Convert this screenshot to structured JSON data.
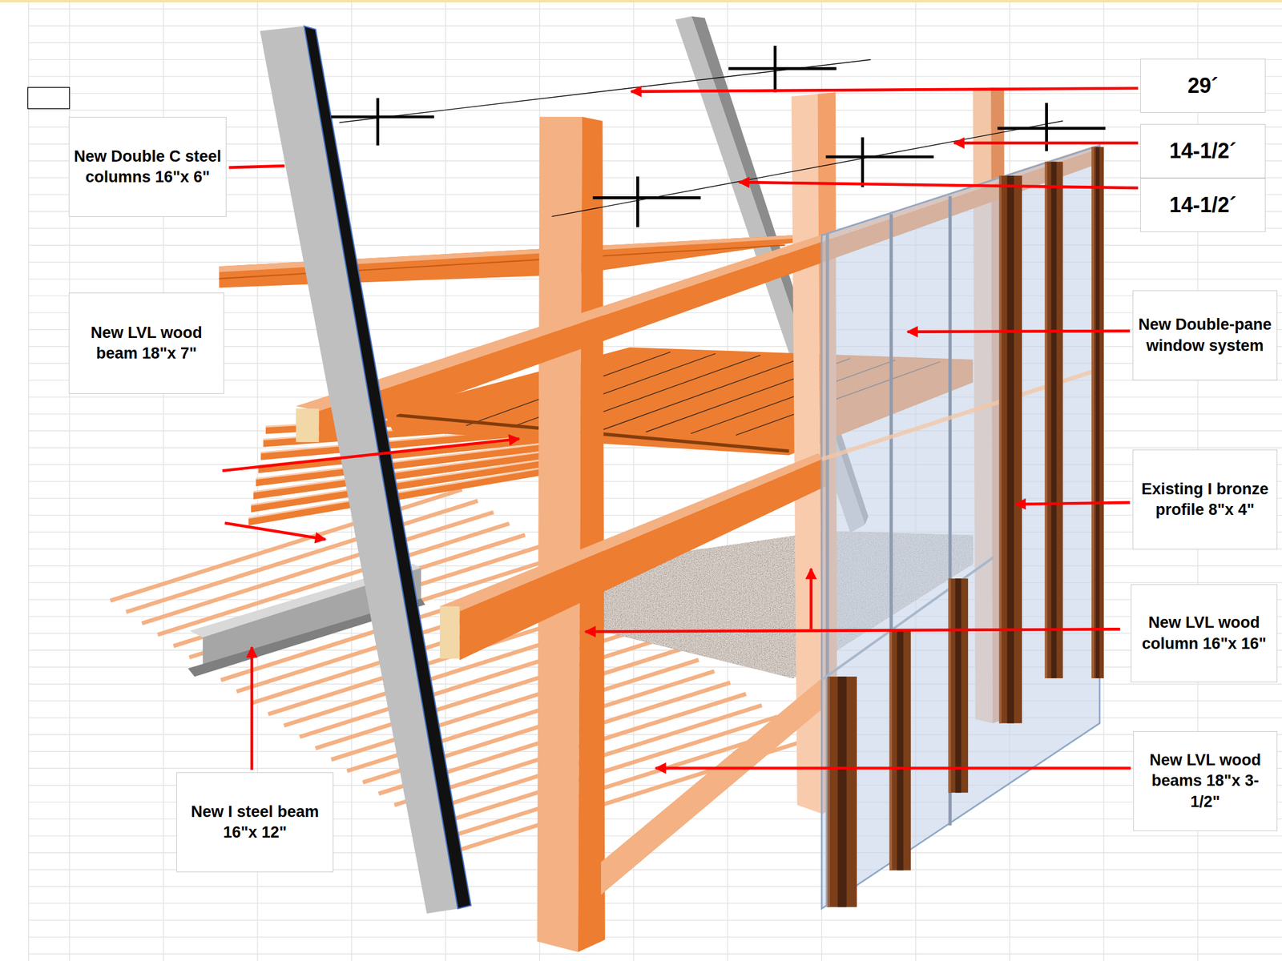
{
  "diagram": {
    "nodes": [
      {
        "text": [
          "29´"
        ]
      },
      {
        "text": [
          "New Double C steel columns 16\"x 6\""
        ]
      },
      {
        "text": [
          "14-1/2´"
        ]
      },
      {
        "text": [
          "14-1/2´"
        ]
      },
      {
        "text": [
          "New LVL wood beam 18\"x 7\""
        ]
      },
      {
        "text": [
          "New Double-pane window system"
        ]
      },
      {
        "text": [
          "Existing I bronze profile 8\"x 4\""
        ]
      },
      {
        "text": [
          "New LVL wood column 16\"x 16\""
        ]
      },
      {
        "text": [
          "New LVL wood beams 18\"x 3-1/2\""
        ]
      },
      {
        "text": [
          "New I steel beam 16\"x 12\""
        ]
      }
    ]
  }
}
